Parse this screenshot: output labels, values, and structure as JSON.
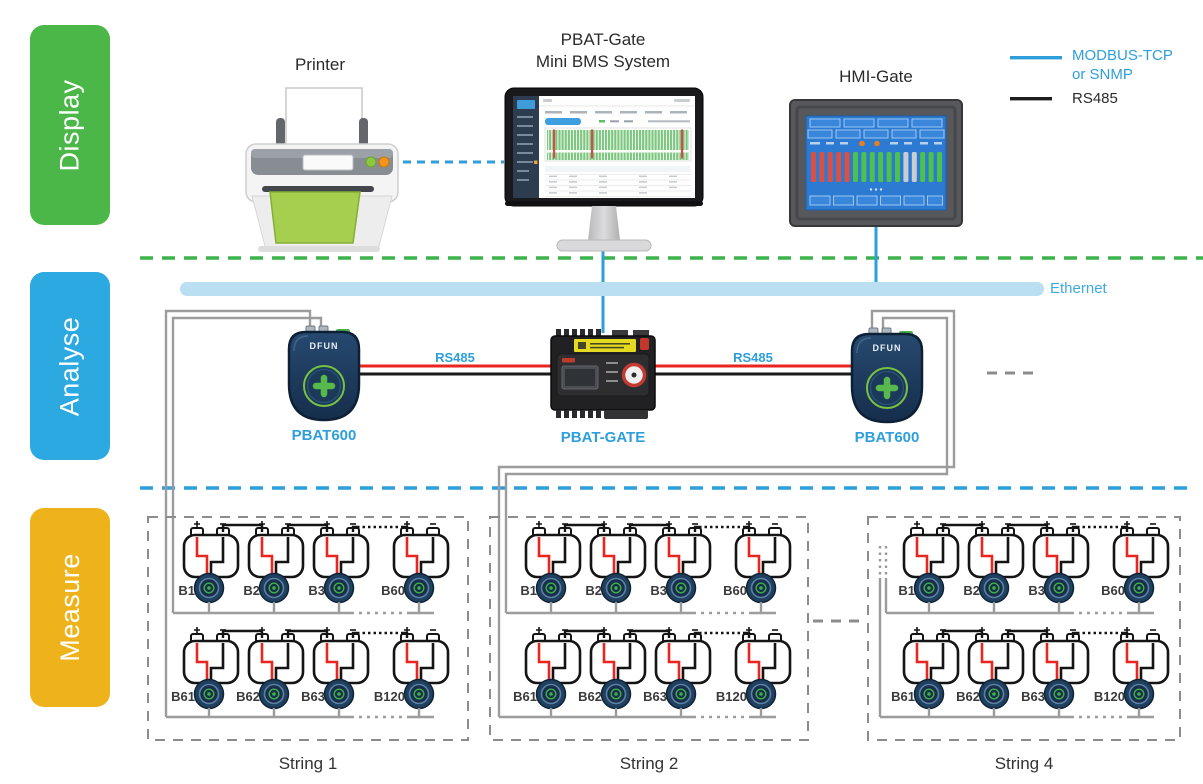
{
  "layers": [
    {
      "label": "Display",
      "color": "#4CB749"
    },
    {
      "label": "Analyse",
      "color": "#2BA9E0"
    },
    {
      "label": "Measure",
      "color": "#EEB31B"
    }
  ],
  "legend": {
    "modbus_line1": "MODBUS-TCP",
    "modbus_line2": "or SNMP",
    "rs485": "RS485"
  },
  "display_row": {
    "printer_label": "Printer",
    "bms_title_line1": "PBAT-Gate",
    "bms_title_line2": "Mini BMS System",
    "hmi_label": "HMI-Gate"
  },
  "analyse_row": {
    "ethernet_label": "Ethernet",
    "rs485_left": "RS485",
    "rs485_right": "RS485",
    "pbat600_left": "PBAT600",
    "pbat_gate": "PBAT-GATE",
    "pbat600_right": "PBAT600",
    "dfun_left": "DFUN",
    "dfun_right": "DFUN"
  },
  "measure_row": {
    "strings": [
      {
        "name": "String 1",
        "row1": [
          "B1",
          "B2",
          "B3",
          "B60"
        ],
        "row2": [
          "B61",
          "B62",
          "B63",
          "B120"
        ]
      },
      {
        "name": "String 2",
        "row1": [
          "B1",
          "B2",
          "B3",
          "B60"
        ],
        "row2": [
          "B61",
          "B62",
          "B63",
          "B120"
        ]
      },
      {
        "name": "String 4",
        "row1": [
          "B1",
          "B2",
          "B3",
          "B60"
        ],
        "row2": [
          "B61",
          "B62",
          "B63",
          "B120"
        ]
      }
    ]
  },
  "colors": {
    "layer_display": "#4CB749",
    "layer_analyse": "#2BA9E0",
    "layer_measure": "#EEB31B",
    "separator_green": "#3CB44B",
    "separator_blue": "#2D9FDB",
    "ethernet_bar": "#BADEF2",
    "label_blue": "#2E9FDB",
    "wire_red": "#E8261F",
    "wire_black": "#1A1A1A",
    "wire_gray": "#9C9C9C",
    "device_navy": "#1B3A5A",
    "sensor_green": "#3FAE49"
  }
}
